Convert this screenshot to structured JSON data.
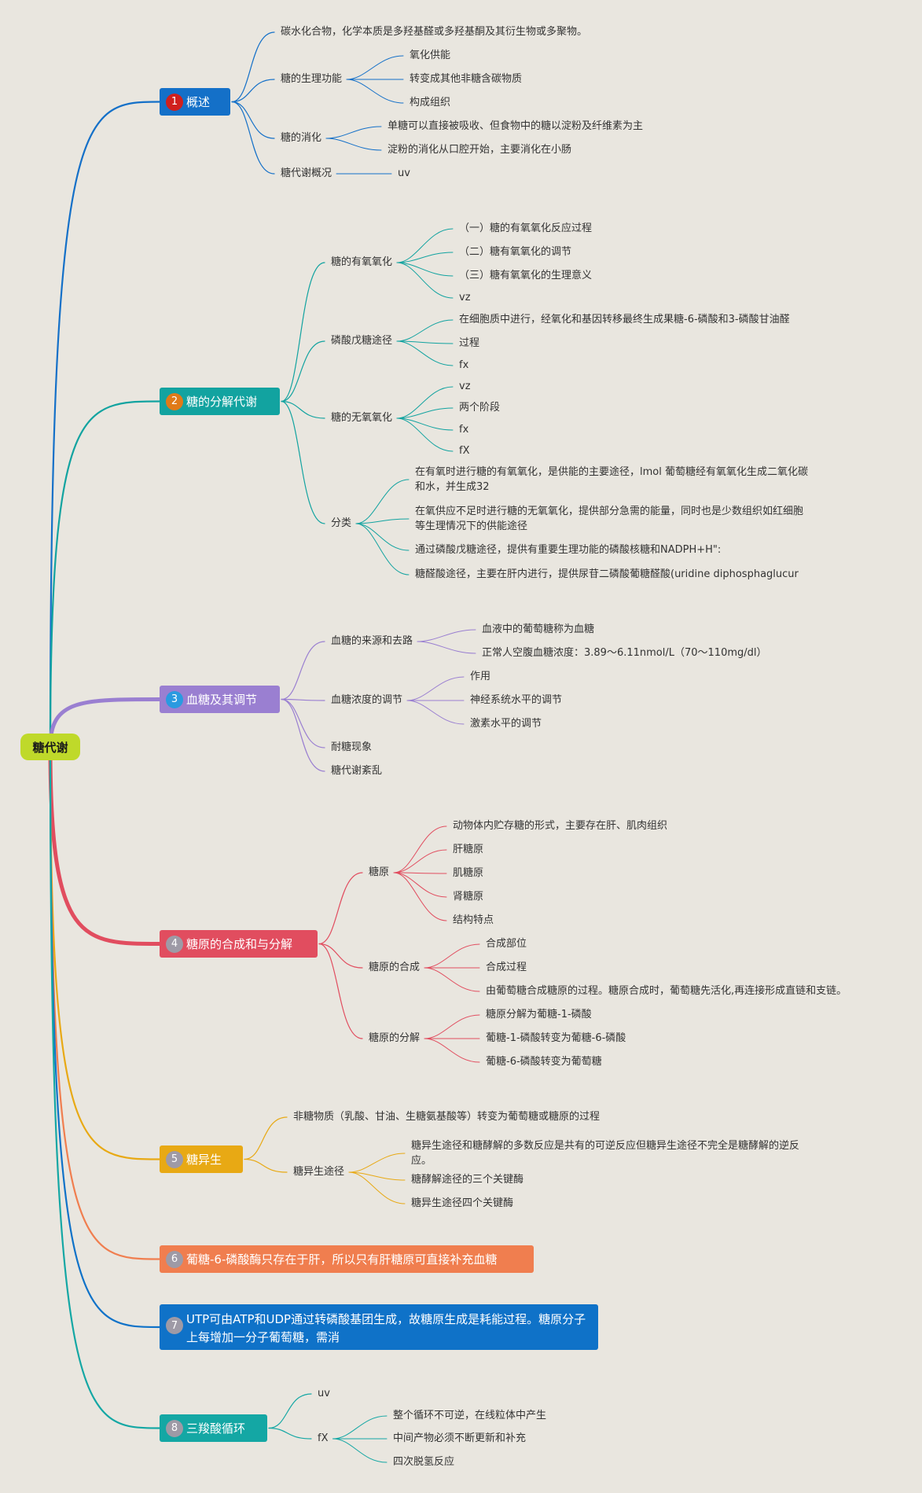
{
  "root": "糖代谢",
  "branches": [
    {
      "num": "1",
      "label": "概述",
      "color": "#1470c8",
      "num_bg": "#d0201d",
      "children": [
        {
          "label": "碳水化合物，化学本质是多羟基醛或多羟基酮及其衍生物或多聚物。"
        },
        {
          "label": "糖的生理功能",
          "children": [
            "氧化供能",
            "转变成其他非糖含碳物质",
            "构成组织"
          ]
        },
        {
          "label": "糖的消化",
          "children": [
            "单糖可以直接被吸收、但食物中的糖以淀粉及纤维素为主",
            "淀粉的消化从口腔开始，主要消化在小肠"
          ]
        },
        {
          "label": "糖代谢概况",
          "children": [
            "uv"
          ]
        }
      ]
    },
    {
      "num": "2",
      "label": "糖的分解代谢",
      "color": "#12a3a0",
      "num_bg": "#e07a18",
      "children": [
        {
          "label": "糖的有氧氧化",
          "children": [
            "（一）糖的有氧氧化反应过程",
            "（二）糖有氧氧化的调节",
            "（三）糖有氧氧化的生理意义",
            "vz"
          ]
        },
        {
          "label": "磷酸戊糖途径",
          "children": [
            "在细胞质中进行，经氧化和基因转移最终生成果糖-6-磷酸和3-磷酸甘油醛",
            "过程",
            "fx"
          ]
        },
        {
          "label": "糖的无氧氧化",
          "children": [
            "vz",
            "两个阶段",
            "fx",
            "fX"
          ]
        },
        {
          "label": "分类",
          "children": [
            "在有氧时进行糖的有氧氧化，是供能的主要途径，lmol 葡萄糖经有氧氧化生成二氧化碳和水，并生成32",
            "在氧供应不足时进行糖的无氧氧化，提供部分急需的能量，同时也是少数组织如红细胞等生理情况下的供能途径",
            "通过磷酸戊糖途径，提供有重要生理功能的磷酸核糖和NADPH+H\":",
            "糖醛酸途径，主要在肝内进行，提供尿苷二磷酸葡糖醛酸(uridine diphosphaglucur"
          ]
        }
      ]
    },
    {
      "num": "3",
      "label": "血糖及其调节",
      "color": "#9a7fd1",
      "num_bg": "#2a9ae0",
      "children": [
        {
          "label": "血糖的来源和去路",
          "children": [
            "血液中的葡萄糖称为血糖",
            "正常人空腹血糖浓度：3.89～6.11nmol/L（70～110mg/dl）"
          ]
        },
        {
          "label": "血糖浓度的调节",
          "children": [
            "作用",
            "神经系统水平的调节",
            "激素水平的调节"
          ]
        },
        {
          "label": "耐糖现象"
        },
        {
          "label": "糖代谢紊乱"
        }
      ]
    },
    {
      "num": "4",
      "label": "糖原的合成和与分解",
      "color": "#e14d5f",
      "num_bg": "#9e9aa6",
      "children": [
        {
          "label": "糖原",
          "children": [
            "动物体内贮存糖的形式，主要存在肝、肌肉组织",
            "肝糖原",
            "肌糖原",
            "肾糖原",
            "结构特点"
          ]
        },
        {
          "label": "糖原的合成",
          "children": [
            "合成部位",
            "合成过程",
            "由葡萄糖合成糖原的过程。糖原合成时，葡萄糖先活化,再连接形成直链和支链。"
          ]
        },
        {
          "label": "糖原的分解",
          "children": [
            "糖原分解为葡糖-1-磷酸",
            "葡糖-1-磷酸转变为葡糖-6-磷酸",
            "葡糖-6-磷酸转变为葡萄糖"
          ]
        }
      ]
    },
    {
      "num": "5",
      "label": "糖异生",
      "color": "#e8a914",
      "num_bg": "#9e9aa6",
      "children": [
        {
          "label": "非糖物质（乳酸、甘油、生糖氨基酸等）转变为葡萄糖或糖原的过程"
        },
        {
          "label": "糖异生途径",
          "children": [
            "糖异生途径和糖酵解的多数反应是共有的可逆反应但糖异生途径不完全是糖酵解的逆反应。",
            "糖酵解途径的三个关键酶",
            "糖异生途径四个关键酶"
          ]
        }
      ]
    },
    {
      "num": "6",
      "label": "葡糖-6-磷酸酶只存在于肝，所以只有肝糖原可直接补充血糖",
      "color": "#f07e4f",
      "num_bg": "#9e9aa6",
      "children": []
    },
    {
      "num": "7",
      "label": "UTP可由ATP和UDP通过转磷酸基团生成，故糖原生成是耗能过程。糖原分子上每增加一分子葡萄糖，需消",
      "color": "#0f72c8",
      "num_bg": "#9e9aa6",
      "children": []
    },
    {
      "num": "8",
      "label": "三羧酸循环",
      "color": "#14a7a4",
      "num_bg": "#9e9aa6",
      "children": [
        {
          "label": "uv"
        },
        {
          "label": "fX",
          "children": [
            "整个循环不可逆，在线粒体中产生",
            "中间产物必须不断更新和补充",
            "四次脱氢反应"
          ]
        }
      ]
    }
  ]
}
